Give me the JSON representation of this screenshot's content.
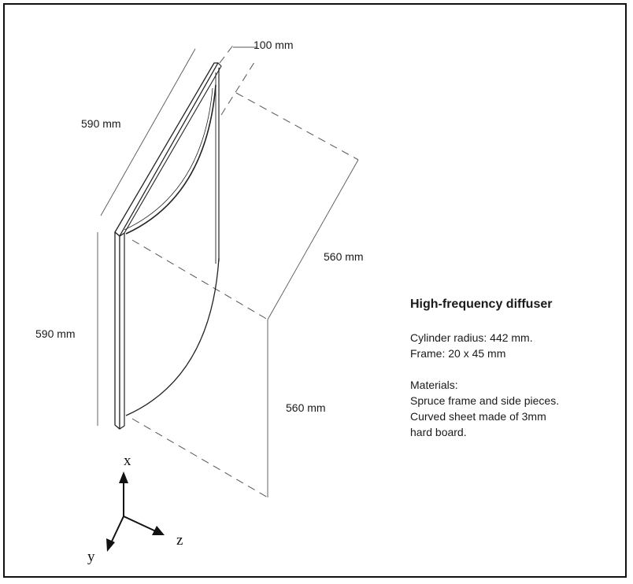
{
  "dimensions": {
    "depth": "100 mm",
    "top_length": "590 mm",
    "left_height": "590 mm",
    "diagonal_width": "560 mm",
    "vertical_height": "560 mm"
  },
  "axes": {
    "x": "x",
    "y": "y",
    "z": "z"
  },
  "description": {
    "title": "High-frequency diffuser",
    "radius": "Cylinder radius: 442 mm.",
    "frame": "Frame: 20 x 45 mm",
    "materials_heading": "Materials:",
    "materials_line1": "Spruce frame and side pieces.",
    "materials_line2": "Curved sheet made of 3mm",
    "materials_line3": "hard board."
  }
}
